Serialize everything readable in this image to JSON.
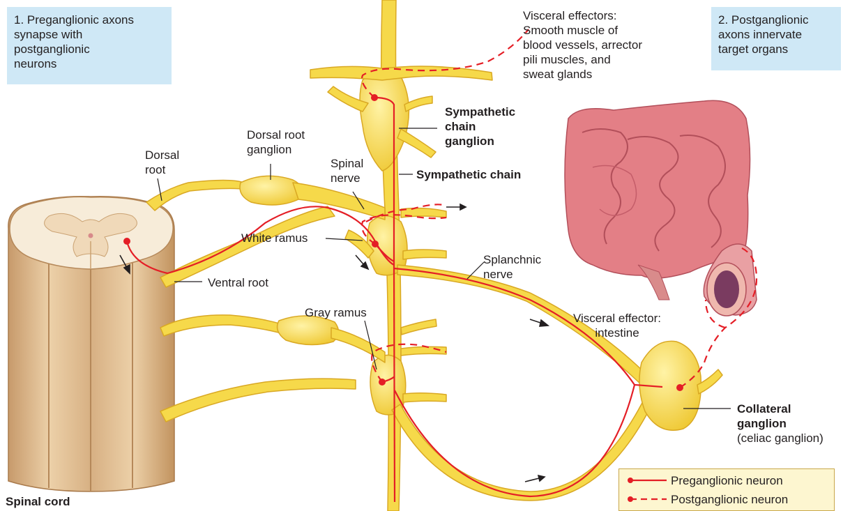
{
  "callouts": {
    "step1": "1. Preganglionic axons\nsynapse with\npostganglionic\nneurons",
    "step2": "2. Postganglionic\naxons innervate\ntarget organs"
  },
  "labels": {
    "visceral_effectors": "Visceral effectors:\nSmooth muscle of\nblood vessels, arrector\npili muscles, and\nsweat glands",
    "sympathetic_chain_ganglion": "Sympathetic\nchain\nganglion",
    "sympathetic_chain": "Sympathetic chain",
    "dorsal_root_ganglion": "Dorsal root\nganglion",
    "dorsal_root": "Dorsal\nroot",
    "spinal_nerve": "Spinal\nnerve",
    "white_ramus": "White ramus",
    "ventral_root": "Ventral root",
    "splanchnic_nerve": "Splanchnic\nnerve",
    "gray_ramus": "Gray ramus",
    "visceral_effector_intestine": "Visceral effector:\nintestine",
    "collateral_ganglion": "Collateral\nganglion",
    "celiac_ganglion": "(celiac ganglion)",
    "spinal_cord": "Spinal cord"
  },
  "legend": {
    "preganglionic": "Preganglionic neuron",
    "postganglionic": "Postganglionic neuron"
  },
  "colors": {
    "nerve_fill": "#f6d94a",
    "nerve_stroke": "#d9a823",
    "neuron_red": "#e41e26",
    "callout_bg": "#cfe8f6",
    "intestine": "#e37f86",
    "cord_outer": "#e2c19a",
    "cord_inner": "#f7ecd9"
  }
}
